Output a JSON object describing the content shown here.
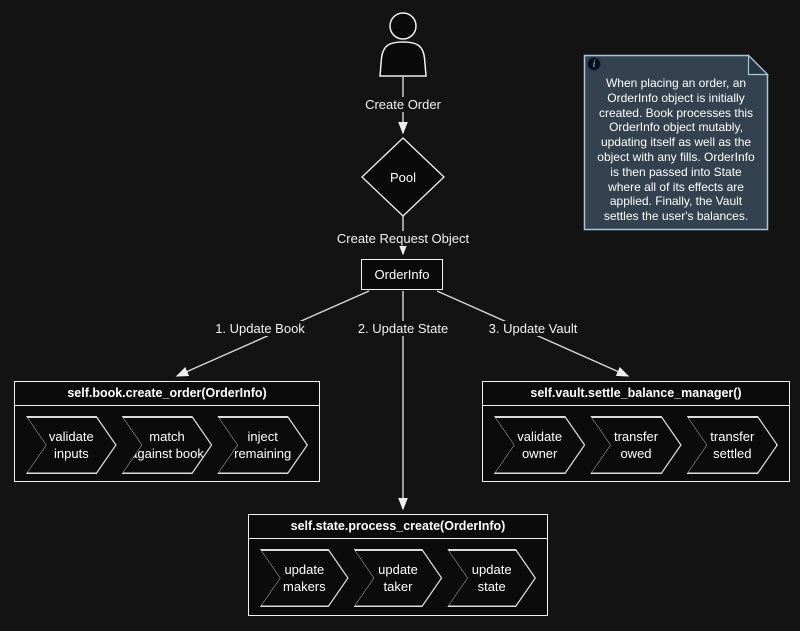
{
  "diagram": {
    "background": "#131313",
    "line_color": "#e8e8e8",
    "node_border": "#f2f2f2",
    "node_fill": "#0b0b0b",
    "text_color": "#ffffff"
  },
  "nodes": {
    "pool": "Pool",
    "orderinfo": "OrderInfo"
  },
  "edge_labels": {
    "create_order": "Create Order",
    "create_request": "Create Request Object",
    "update_book": "1. Update Book",
    "update_state": "2. Update State",
    "update_vault": "3. Update Vault"
  },
  "processes": {
    "book": {
      "title": "self.book.create_order(OrderInfo)",
      "steps": [
        {
          "line1": "validate",
          "line2": "inputs"
        },
        {
          "line1": "match",
          "line2": "against book"
        },
        {
          "line1": "inject",
          "line2": "remaining"
        }
      ]
    },
    "vault": {
      "title": "self.vault.settle_balance_manager()",
      "steps": [
        {
          "line1": "validate",
          "line2": "owner"
        },
        {
          "line1": "transfer",
          "line2": "owed"
        },
        {
          "line1": "transfer",
          "line2": "settled"
        }
      ]
    },
    "state": {
      "title": "self.state.process_create(OrderInfo)",
      "steps": [
        {
          "line1": "update",
          "line2": "makers"
        },
        {
          "line1": "update",
          "line2": "taker"
        },
        {
          "line1": "update",
          "line2": "state"
        }
      ]
    }
  },
  "note": {
    "fill": "#33424e",
    "border": "#a9c6da",
    "icon_glyph": "i",
    "lines": [
      "When placing an order, an",
      "OrderInfo object is initially",
      "created. Book processes this",
      "OrderInfo object mutably,",
      "updating itself as well as the",
      "object with any fills. OrderInfo",
      "is then passed into State",
      "where all of its effects are",
      "applied. Finally, the Vault",
      "settles the user's balances."
    ]
  }
}
